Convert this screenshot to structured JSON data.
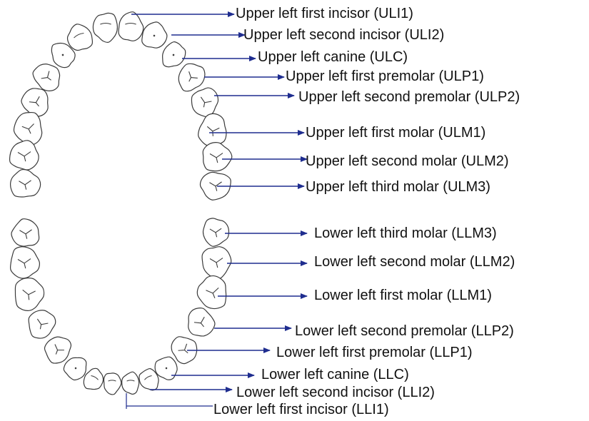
{
  "colors": {
    "arrow": "#1f2d8f",
    "tooth_outline": "#3a3a3a",
    "label_text": "#111111",
    "background": "#ffffff"
  },
  "labels": {
    "uli1": "Upper left first incisor (ULI1)",
    "uli2": "Upper left second incisor (ULI2)",
    "ulc": "Upper left canine (ULC)",
    "ulp1": "Upper left first premolar (ULP1)",
    "ulp2": "Upper left second premolar (ULP2)",
    "ulm1": "Upper left first molar (ULM1)",
    "ulm2": "Upper left second molar (ULM2)",
    "ulm3": "Upper left third molar (ULM3)",
    "llm3": "Lower left third molar (LLM3)",
    "llm2": "Lower left second molar (LLM2)",
    "llm1": "Lower left first molar (LLM1)",
    "llp2": "Lower left second premolar (LLP2)",
    "llp1": "Lower left first premolar (LLP1)",
    "llc": "Lower left canine (LLC)",
    "lli2": "Lower left second incisor (LLI2)",
    "lli1": "Lower left first incisor (LLI1)"
  }
}
